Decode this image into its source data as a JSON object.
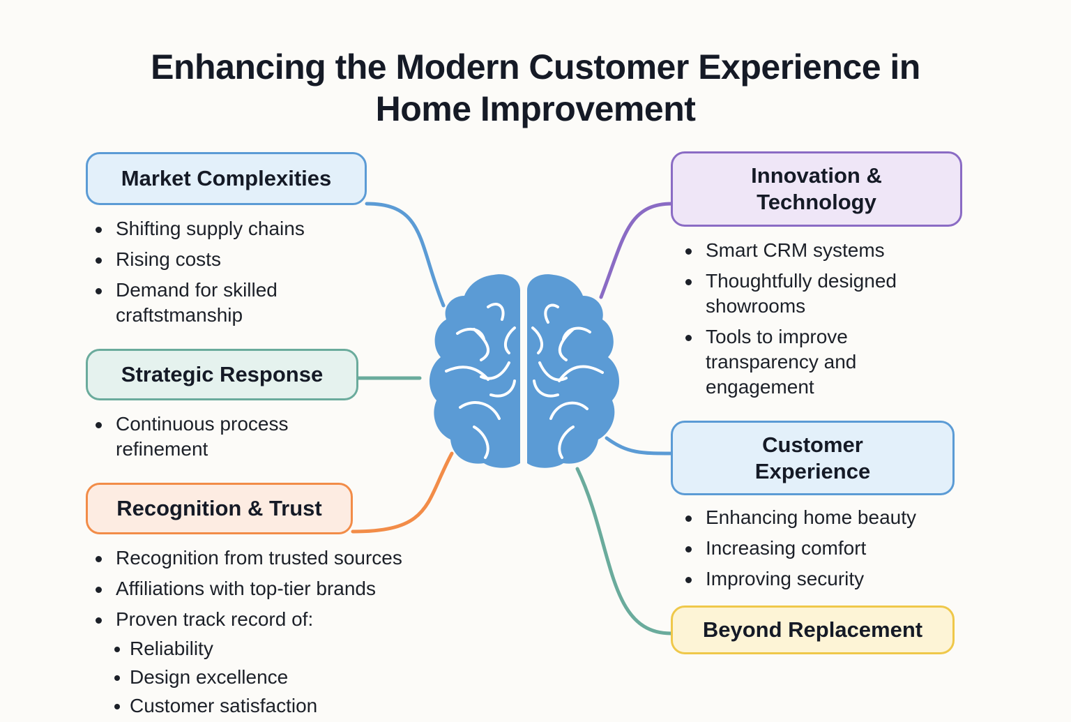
{
  "title": {
    "line1": "Enhancing the Modern Customer Experience in",
    "line2": "Home Improvement"
  },
  "center_icon": "brain-icon",
  "colors": {
    "blue": "#5b9bd5",
    "teal": "#6aab9c",
    "orange": "#f28c48",
    "purple": "#8a6bc4",
    "yellow": "#efc84a",
    "brain": "#5b9bd5"
  },
  "branches": {
    "market_complexities": {
      "label": "Market Complexities",
      "items": [
        "Shifting supply chains",
        "Rising costs",
        "Demand for skilled craftstmanship"
      ]
    },
    "strategic_response": {
      "label": "Strategic Response",
      "items": [
        "Continuous process refinement"
      ]
    },
    "recognition_trust": {
      "label": "Recognition & Trust",
      "items": [
        "Recognition from trusted sources",
        "Affiliations with top-tier brands",
        "Proven track record of:"
      ],
      "sub_items": [
        "Reliability",
        "Design excellence",
        "Customer satisfaction"
      ]
    },
    "innovation_technology": {
      "label_line1": "Innovation &",
      "label_line2": "Technology",
      "items": [
        "Smart CRM systems",
        "Thoughtfully designed showrooms",
        "Tools to improve transparency and engagement"
      ]
    },
    "customer_experience": {
      "label_line1": "Customer",
      "label_line2": "Experience",
      "items": [
        "Enhancing home beauty",
        "Increasing comfort",
        "Improving security"
      ]
    },
    "beyond_replacement": {
      "label": "Beyond Replacement"
    }
  }
}
